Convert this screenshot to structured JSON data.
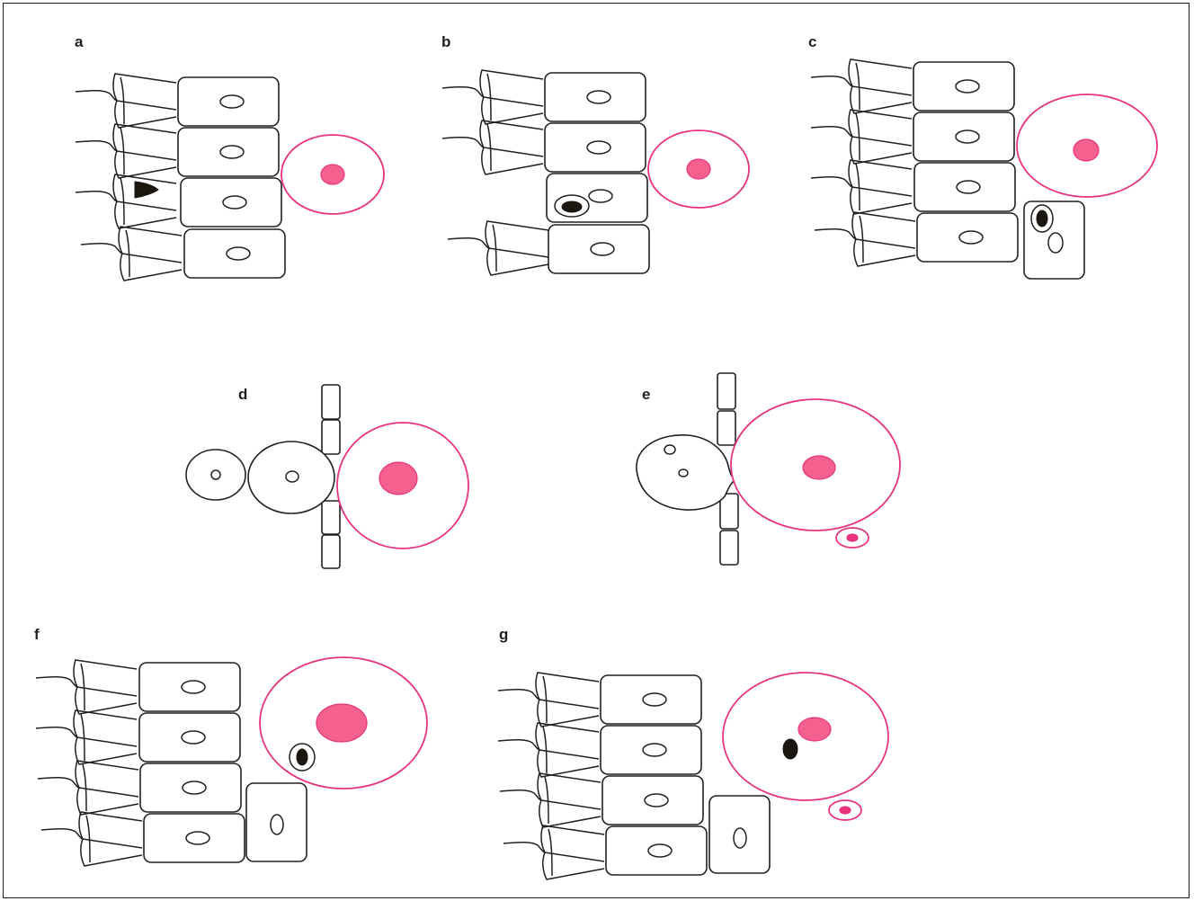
{
  "panels": [
    {
      "id": "a",
      "label": "a"
    },
    {
      "id": "b",
      "label": "b"
    },
    {
      "id": "c",
      "label": "c"
    },
    {
      "id": "d",
      "label": "d"
    },
    {
      "id": "e",
      "label": "e"
    },
    {
      "id": "f",
      "label": "f"
    },
    {
      "id": "g",
      "label": "g"
    }
  ],
  "colors": {
    "outline": "#231f20",
    "oocyte_outline": "#e8347e",
    "oocyte_nucleus": "#f4618f",
    "sperm_head": "#1c1611"
  }
}
